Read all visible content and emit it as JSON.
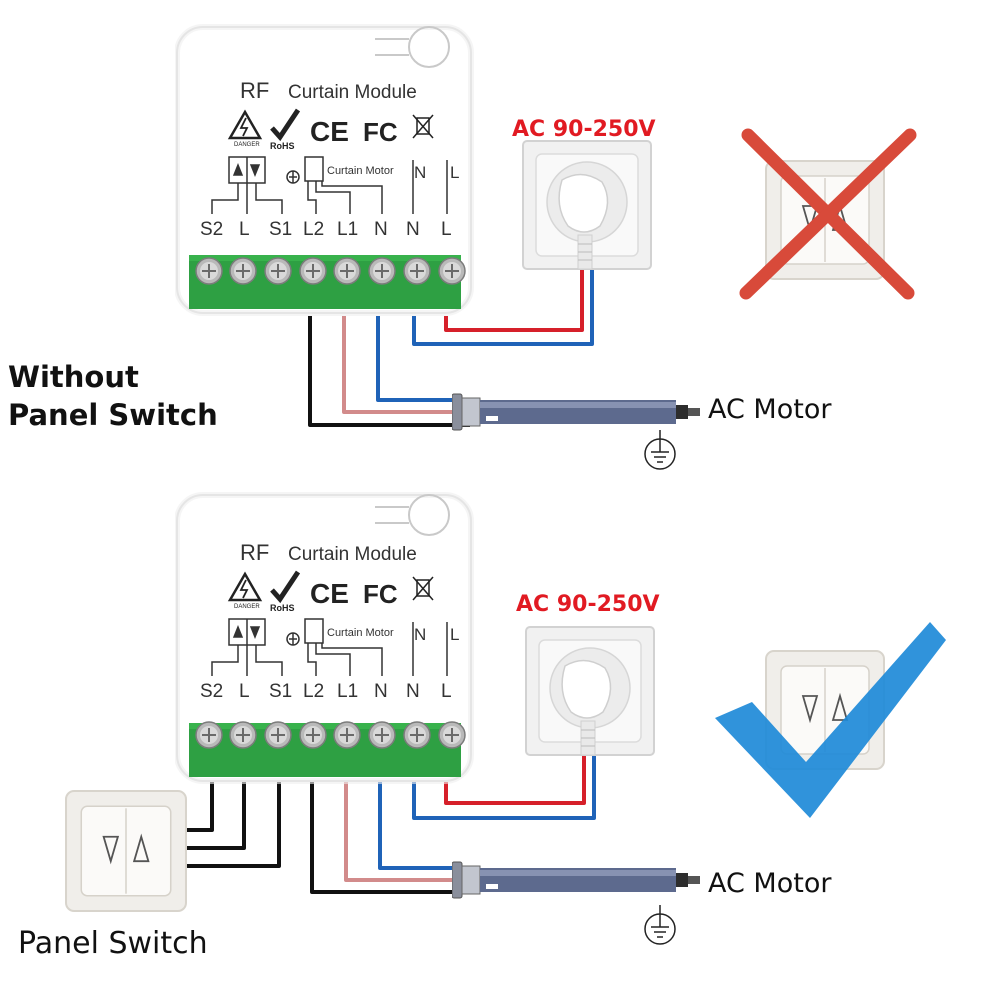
{
  "colors": {
    "live_wire": "#d6202a",
    "neutral_wire": "#1f63b8",
    "pink_wire": "#d28b8b",
    "black_wire": "#111111",
    "terminal_green": "#2ea043",
    "cross_red": "#d84a3a",
    "check_blue": "#1e8ad8",
    "voltage_red": "#e11a22"
  },
  "module": {
    "brand": "RF",
    "name": "Curtain Module",
    "cert_marks": [
      "CE",
      "FC"
    ],
    "rohs": "RoHS",
    "danger": "DANGER",
    "motor_label": "Curtain Motor",
    "terminals": [
      "S2",
      "L",
      "S1",
      "L2",
      "L1",
      "N",
      "N",
      "L"
    ],
    "top_terminals": [
      "N",
      "L"
    ],
    "icons": [
      "danger-triangle-icon",
      "rohs-check-icon",
      "ce-mark-icon",
      "fcc-mark-icon",
      "weee-bin-icon",
      "ground-icon",
      "up-down-switch-icon"
    ]
  },
  "diagrams": [
    {
      "title_line1": "Without",
      "title_line2": "Panel Switch",
      "voltage": "AC 90-250V",
      "motor": "AC Motor",
      "status_icon": "cross-icon"
    },
    {
      "panel_label": "Panel Switch",
      "voltage": "AC 90-250V",
      "motor": "AC Motor",
      "status_icon": "check-icon"
    }
  ]
}
